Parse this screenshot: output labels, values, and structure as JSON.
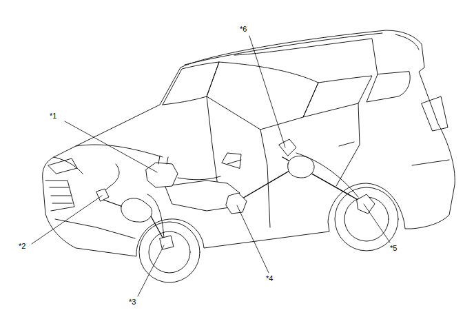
{
  "diagram": {
    "labels": [
      "*1",
      "*2",
      "*3",
      "*4",
      "*5",
      "*6"
    ]
  }
}
